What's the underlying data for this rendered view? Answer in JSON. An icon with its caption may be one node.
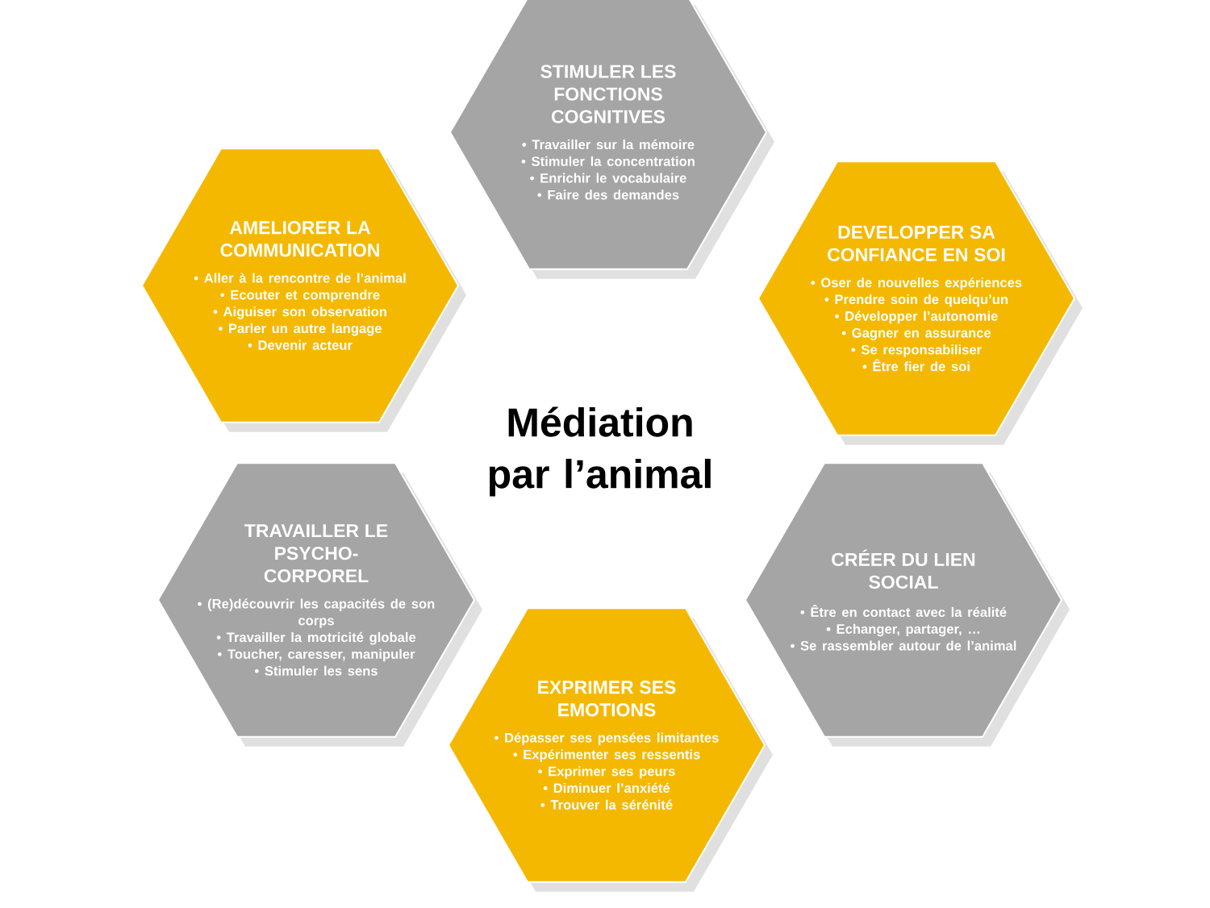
{
  "diagram": {
    "title": "Médiation par l’animal",
    "nodes": [
      {
        "text": [
          "STIMULER LES FONCTIONS COGNITIVES",
          "• Travailler sur la mémoire",
          "• Stimuler la concentration",
          "• Enrichir le vocabulaire",
          "• Faire des demandes"
        ]
      },
      {
        "text": [
          "AMELIORER LA COMMUNICATION",
          "• Aller à la rencontre de l’animal",
          "• Ecouter et comprendre",
          "• Aiguiser son observation",
          "• Parler un autre langage",
          "• Devenir acteur"
        ]
      },
      {
        "text": [
          "DEVELOPPER SA CONFIANCE EN SOI",
          "• Oser de nouvelles expériences",
          "• Prendre soin de quelqu’un",
          "• Développer l’autonomie",
          "• Gagner en assurance",
          "• Se responsabiliser",
          "• Être fier de soi"
        ]
      },
      {
        "text": [
          "TRAVAILLER LE PSYCHO-CORPOREL",
          "• (Re)découvrir les capacités de son corps",
          "• Travailler la motricité globale",
          "• Toucher, caresser, manipuler",
          "• Stimuler les sens"
        ]
      },
      {
        "text": [
          "CRÉER DU LIEN SOCIAL",
          "• Être en contact avec la réalité",
          "• Echanger, partager, …",
          "• Se rassembler autour de l’animal"
        ]
      },
      {
        "text": [
          "EXPRIMER SES EMOTIONS",
          "• Dépasser ses pensées limitantes",
          "• Expérimenter ses ressentis",
          "• Exprimer ses peurs",
          "• Diminuer l’anxiété",
          "• Trouver la sérénité"
        ]
      }
    ]
  }
}
